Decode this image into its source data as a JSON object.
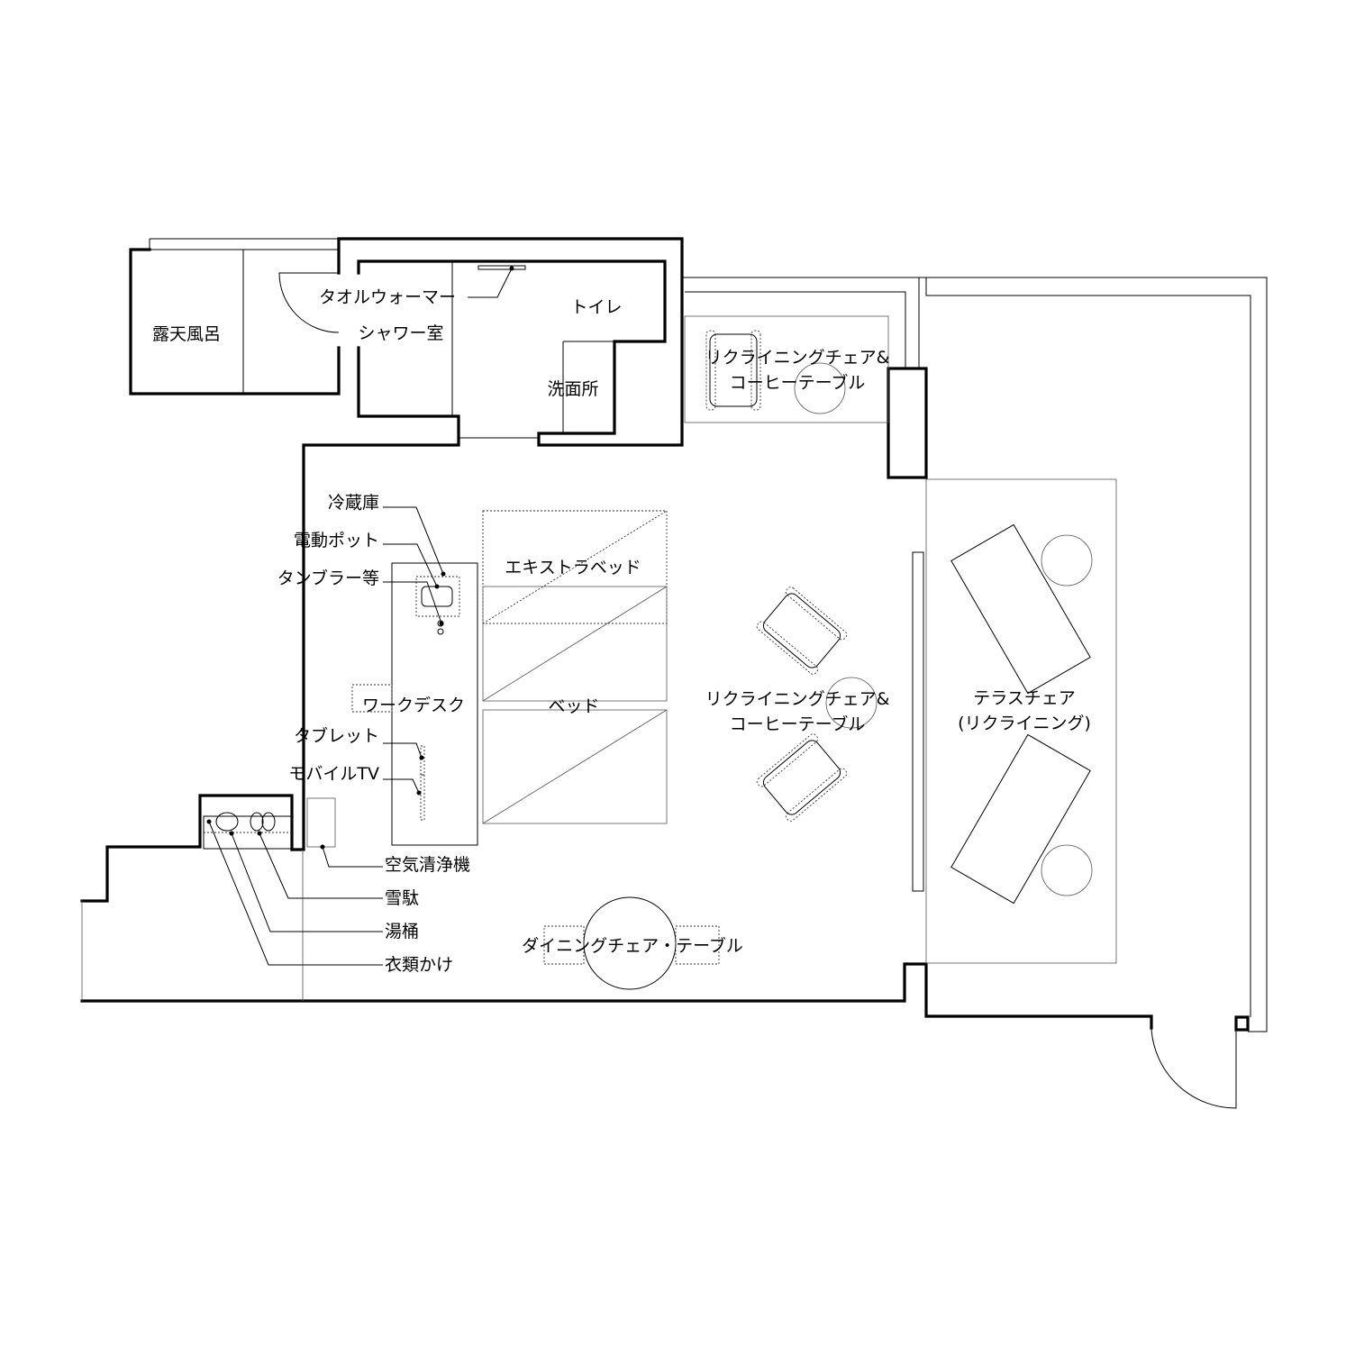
{
  "labels": {
    "outdoor_bath": "露天風呂",
    "towel_warmer": "タオルウォーマー",
    "shower_room": "シャワー室",
    "toilet": "トイレ",
    "washroom": "洗面所",
    "recliner_top_line1": "リクライニングチェア&",
    "recliner_top_line2": "コーヒーテーブル",
    "refrigerator": "冷蔵庫",
    "electric_kettle": "電動ポット",
    "tumbler_etc": "タンブラー等",
    "extra_bed": "エキストラベッド",
    "bed": "ベッド",
    "work_desk": "ワークデスク",
    "recliner_mid_line1": "リクライニングチェア&",
    "recliner_mid_line2": "コーヒーテーブル",
    "terrace_chair_line1": "テラスチェア",
    "terrace_chair_line2": "(リクライニング)",
    "tablet": "タブレット",
    "mobile_tv": "モバイルTV",
    "air_purifier": "空気清浄機",
    "geta": "雪駄",
    "bath_bucket": "湯桶",
    "clothes_hanger": "衣類かけ",
    "dining": "ダイニングチェア・テーブル"
  }
}
